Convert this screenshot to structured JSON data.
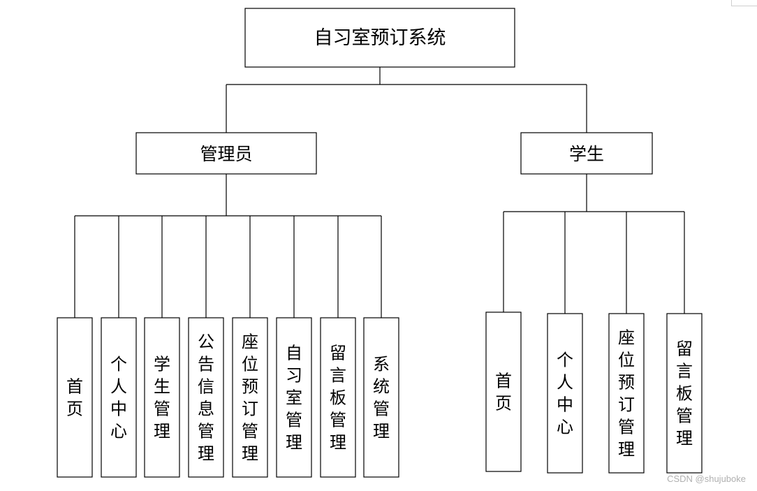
{
  "root": {
    "label": "自习室预订系统"
  },
  "roles": [
    {
      "key": "admin",
      "label": "管理员",
      "modules": [
        "首页",
        "个人中心",
        "学生管理",
        "公告信息管理",
        "座位预订管理",
        "自习室管理",
        "留言板管理",
        "系统管理"
      ]
    },
    {
      "key": "student",
      "label": "学生",
      "modules": [
        "首页",
        "个人中心",
        "座位预订管理",
        "留言板管理"
      ]
    }
  ],
  "watermark": "CSDN @shujuboke"
}
